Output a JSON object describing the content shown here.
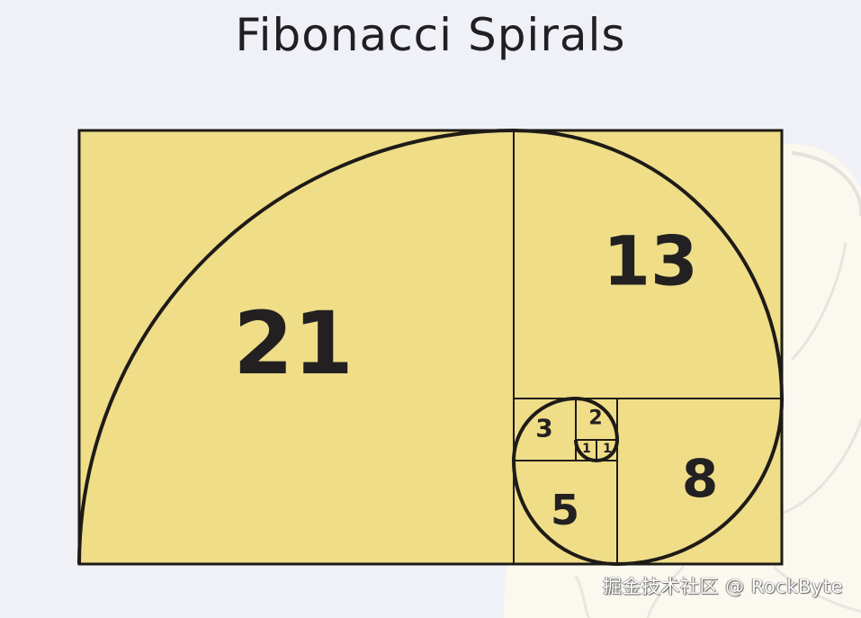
{
  "title": "Fibonacci Spirals",
  "colors": {
    "background": "#eff1f7",
    "square_fill": "#efdd88",
    "stroke": "#1e1b17",
    "decor_shape": "#fbf8ef"
  },
  "squares": [
    {
      "label": "21",
      "value": 21
    },
    {
      "label": "13",
      "value": 13
    },
    {
      "label": "8",
      "value": 8
    },
    {
      "label": "5",
      "value": 5
    },
    {
      "label": "3",
      "value": 3
    },
    {
      "label": "2",
      "value": 2
    },
    {
      "label": "1",
      "value": 1
    },
    {
      "label": "1",
      "value": 1
    }
  ],
  "watermark": "掘金技术社区 @ RockByte"
}
